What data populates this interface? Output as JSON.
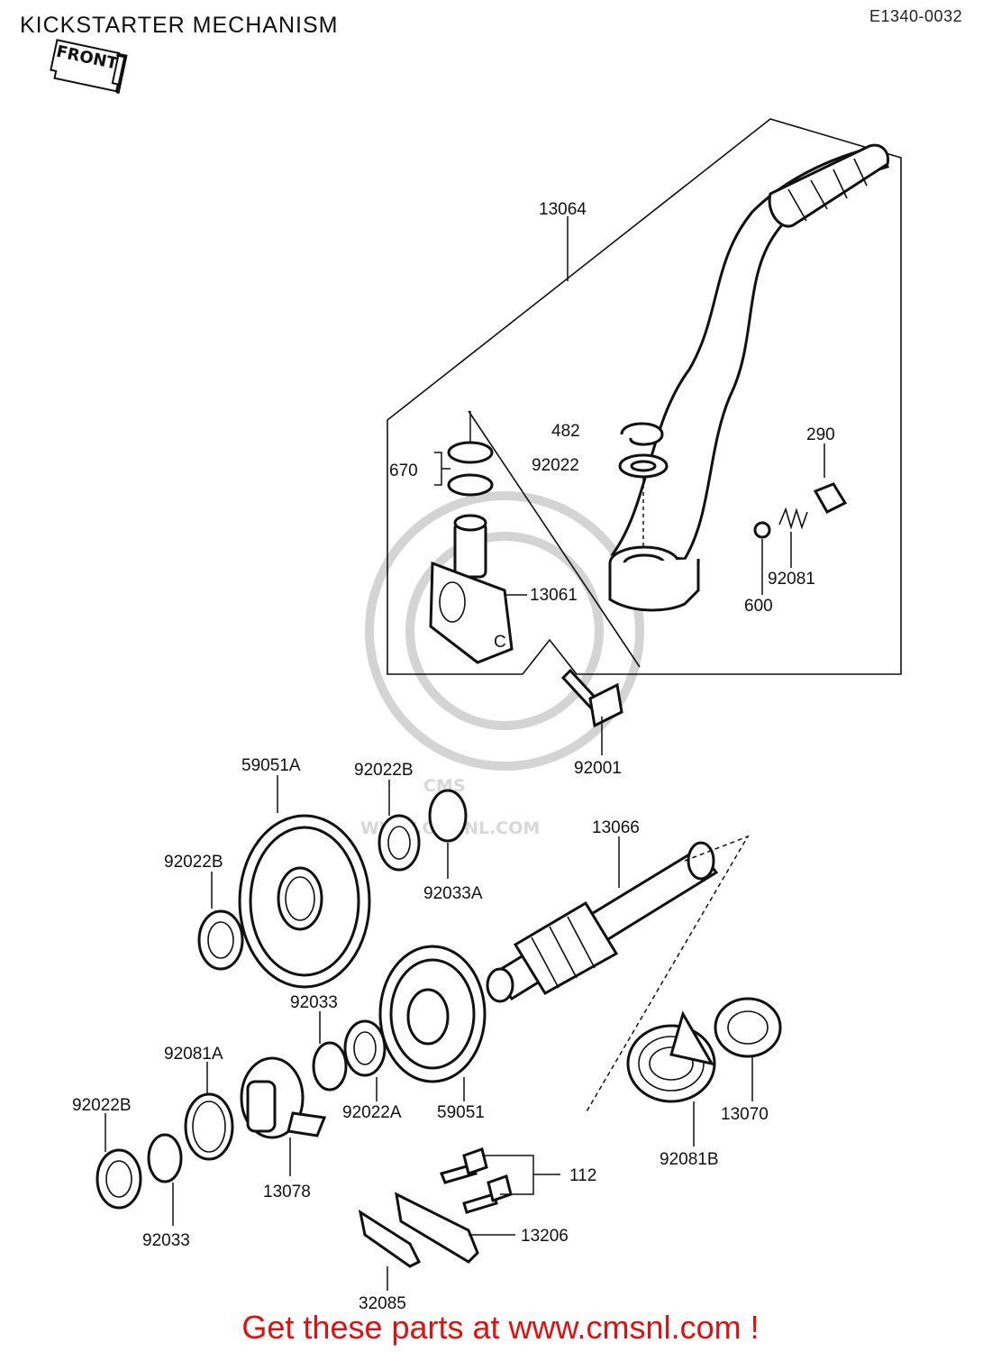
{
  "header": {
    "title": "KICKSTARTER MECHANISM",
    "diagram_code": "E1340-0032",
    "front_marker": "FRONT"
  },
  "watermark": {
    "logo_text": "CMS",
    "url_text": "WWW.CMSNL.COM"
  },
  "parts": {
    "p13064": "13064",
    "p482": "482",
    "p290": "290",
    "p670": "670",
    "p92022": "92022",
    "p13061": "13061",
    "p92081": "92081",
    "p600": "600",
    "p92001": "92001",
    "p59051A": "59051A",
    "p92022B_top": "92022B",
    "p92022B_left": "92022B",
    "p92033A": "92033A",
    "p13066": "13066",
    "p92033_mid": "92033",
    "p92081A": "92081A",
    "p92022B_low": "92022B",
    "p92022A": "92022A",
    "p59051": "59051",
    "p13070": "13070",
    "p92081B": "92081B",
    "p112": "112",
    "p13078": "13078",
    "p92033_low": "92033",
    "p13206": "13206",
    "p32085": "32085"
  },
  "footer": {
    "text": "Get these parts at www.cmsnl.com !"
  }
}
